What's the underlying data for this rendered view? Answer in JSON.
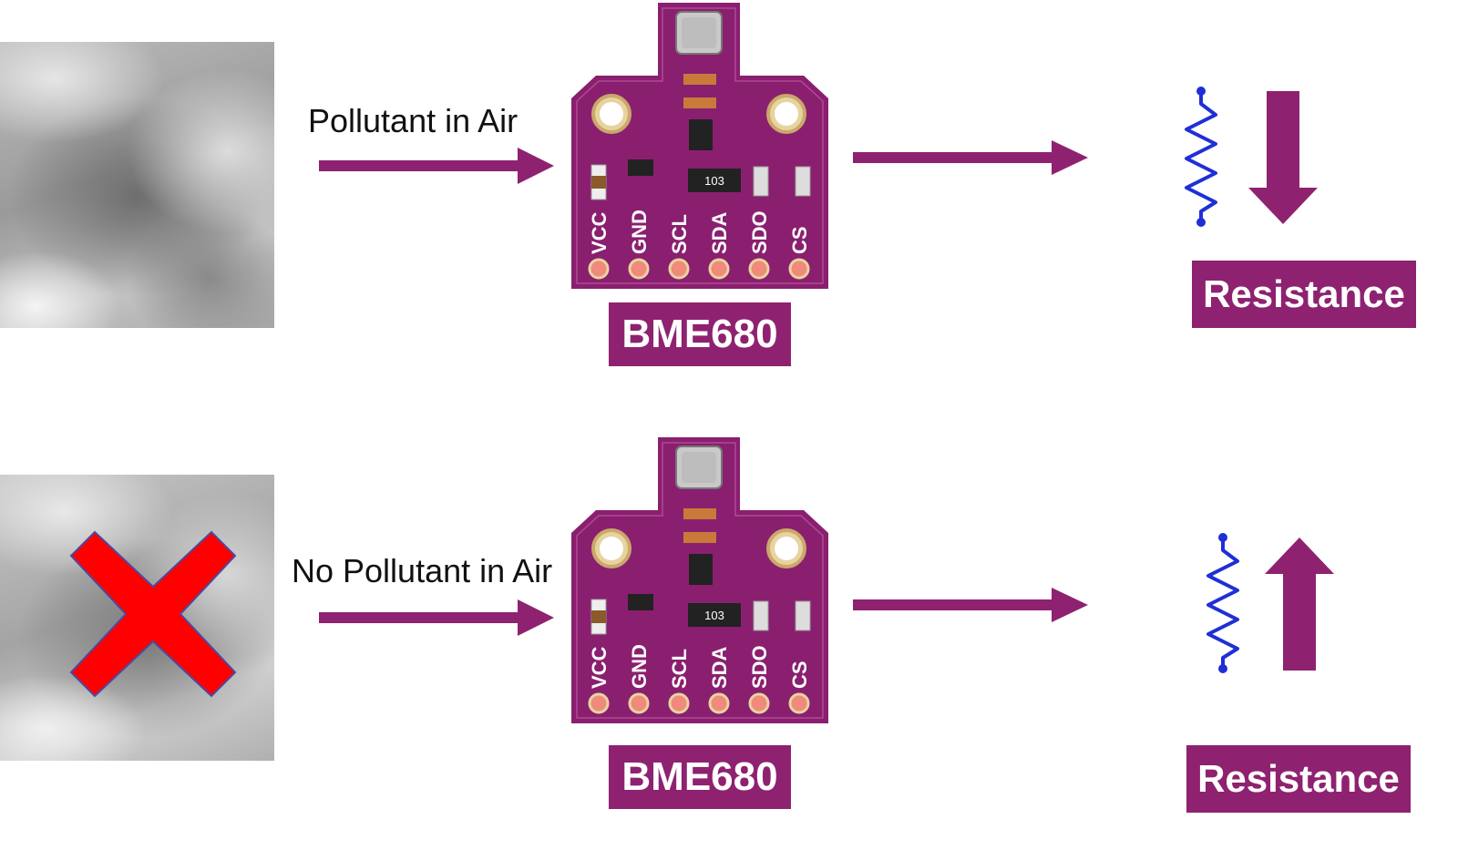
{
  "rows": [
    {
      "label": "Pollutant in Air",
      "chip_label": "BME680",
      "result_label": "Resistance",
      "resistance_direction": "down",
      "crossed_out": false
    },
    {
      "label": "No Pollutant in Air",
      "chip_label": "BME680",
      "result_label": "Resistance",
      "resistance_direction": "up",
      "crossed_out": true
    }
  ],
  "board": {
    "pins": [
      "VCC",
      "GND",
      "SCL",
      "SDA",
      "SDO",
      "CS"
    ],
    "resistor_marking": "103"
  },
  "colors": {
    "accent": "#8e2270",
    "board": "#8a1f6f",
    "resistor_wire": "#1f2fd6",
    "cross": "#ff0000"
  }
}
